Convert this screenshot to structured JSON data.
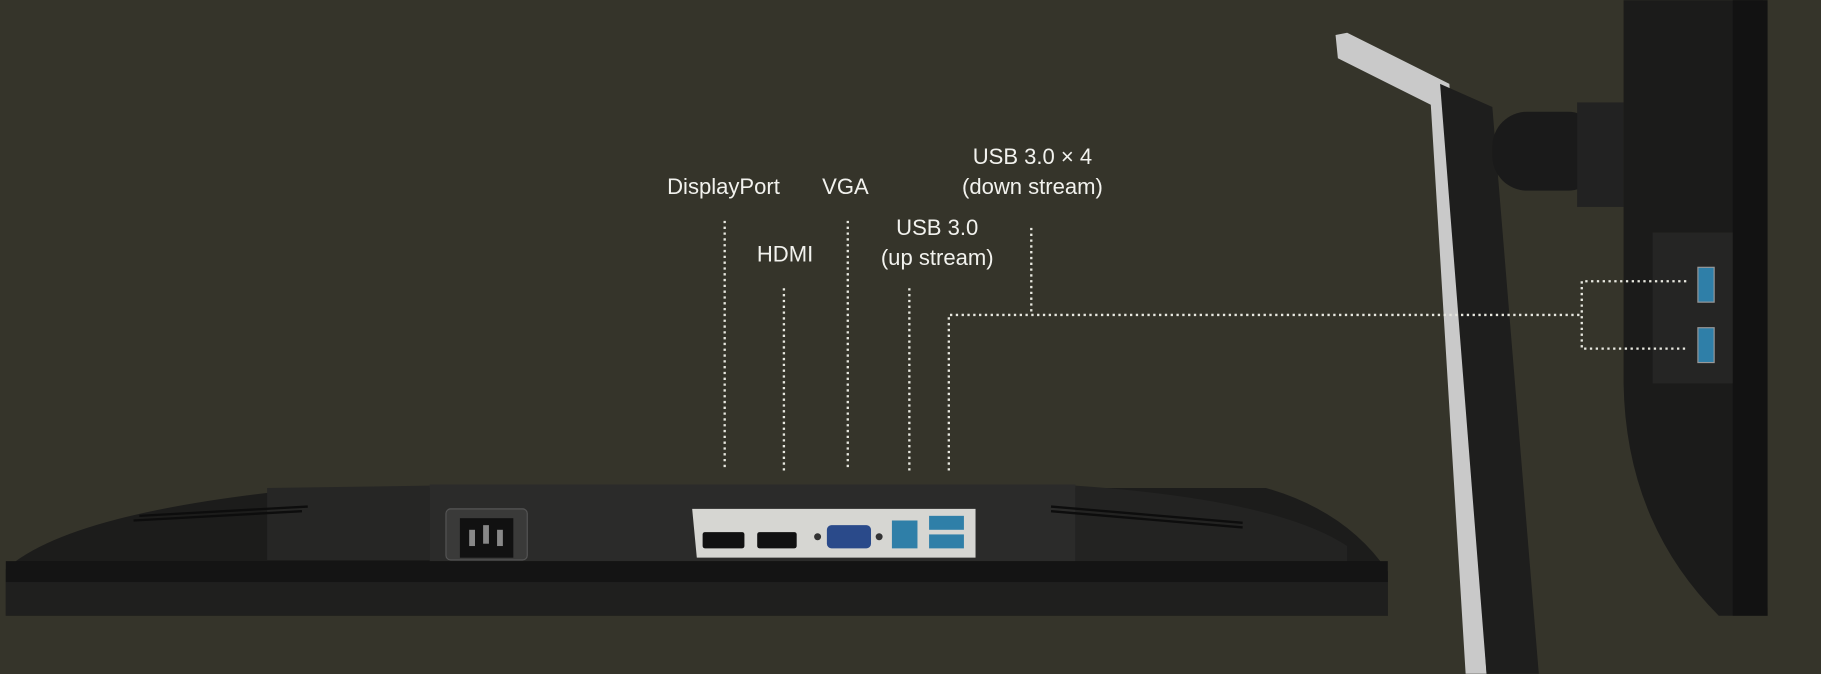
{
  "labels": {
    "displayport": "DisplayPort",
    "hdmi": "HDMI",
    "vga": "VGA",
    "usb_up_line1": "USB 3.0",
    "usb_up_line2": "(up stream)",
    "usb_down_line1": "USB 3.0 × 4",
    "usb_down_line2": "(down stream)"
  },
  "colors": {
    "background": "#35342a",
    "label": "#f2f2ee",
    "usb_port": "#2f7fa8"
  }
}
